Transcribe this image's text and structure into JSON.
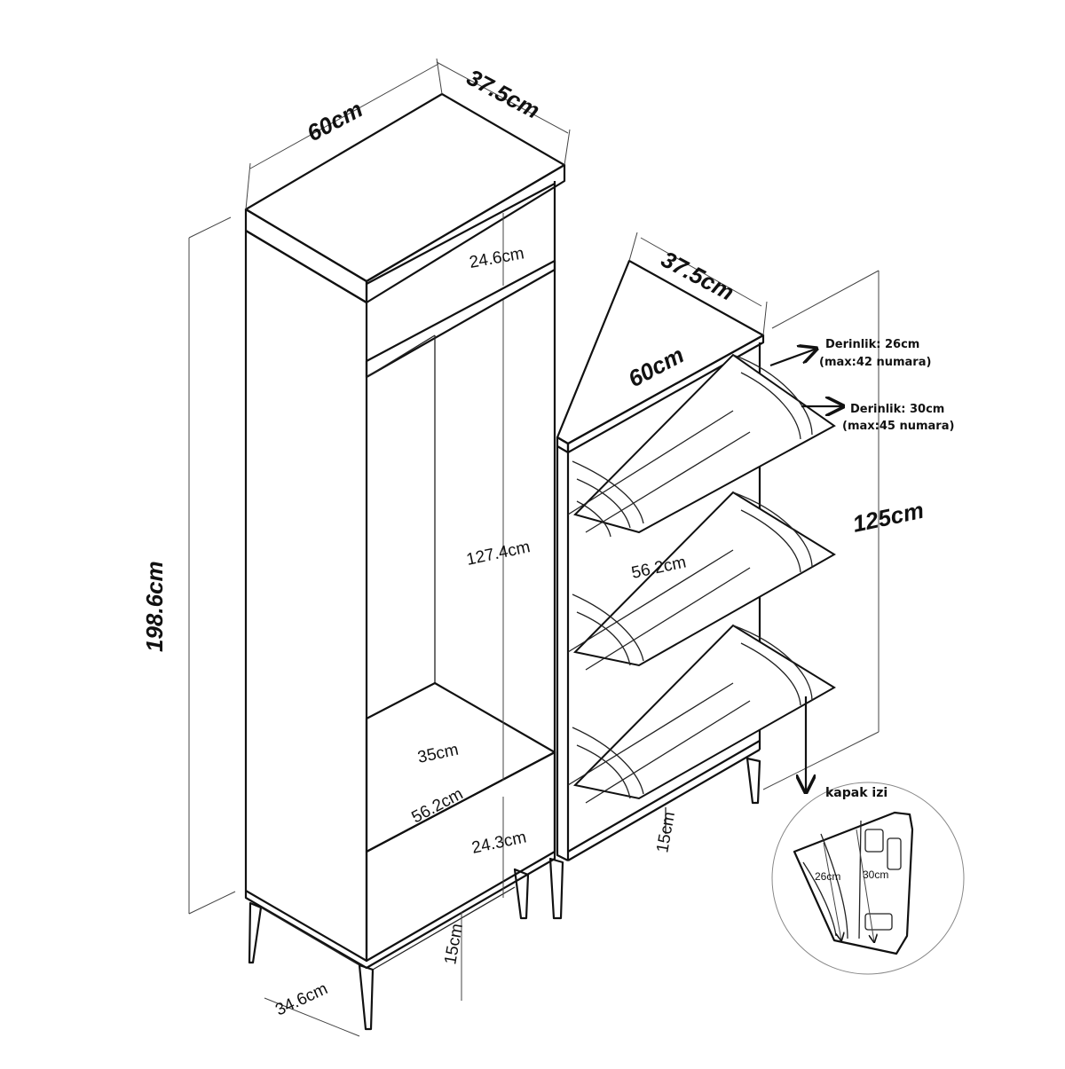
{
  "tall_cabinet": {
    "width": "60cm",
    "depth": "37.5cm",
    "height": "198.6cm",
    "top_section": "24.6cm",
    "open_section": "127.4cm",
    "inner_depth": "35cm",
    "inner_width": "56.2cm",
    "bottom_section": "24.3cm",
    "leg_height": "15cm",
    "leg_depth": "34.6cm"
  },
  "shoe_cabinet": {
    "depth": "37.5cm",
    "width": "60cm",
    "height": "125cm",
    "inner_width": "56.2cm",
    "leg_height": "15cm"
  },
  "notes": {
    "depth_26": "Derinlik: 26cm",
    "size_42": "(max:42 numara)",
    "depth_30": "Derinlik: 30cm",
    "size_45": "(max:45 numara)"
  },
  "detail": {
    "title": "kapak izi",
    "label_26": "26cm",
    "label_30": "30cm"
  },
  "colors": {
    "line": "#111111",
    "background": "#ffffff"
  }
}
